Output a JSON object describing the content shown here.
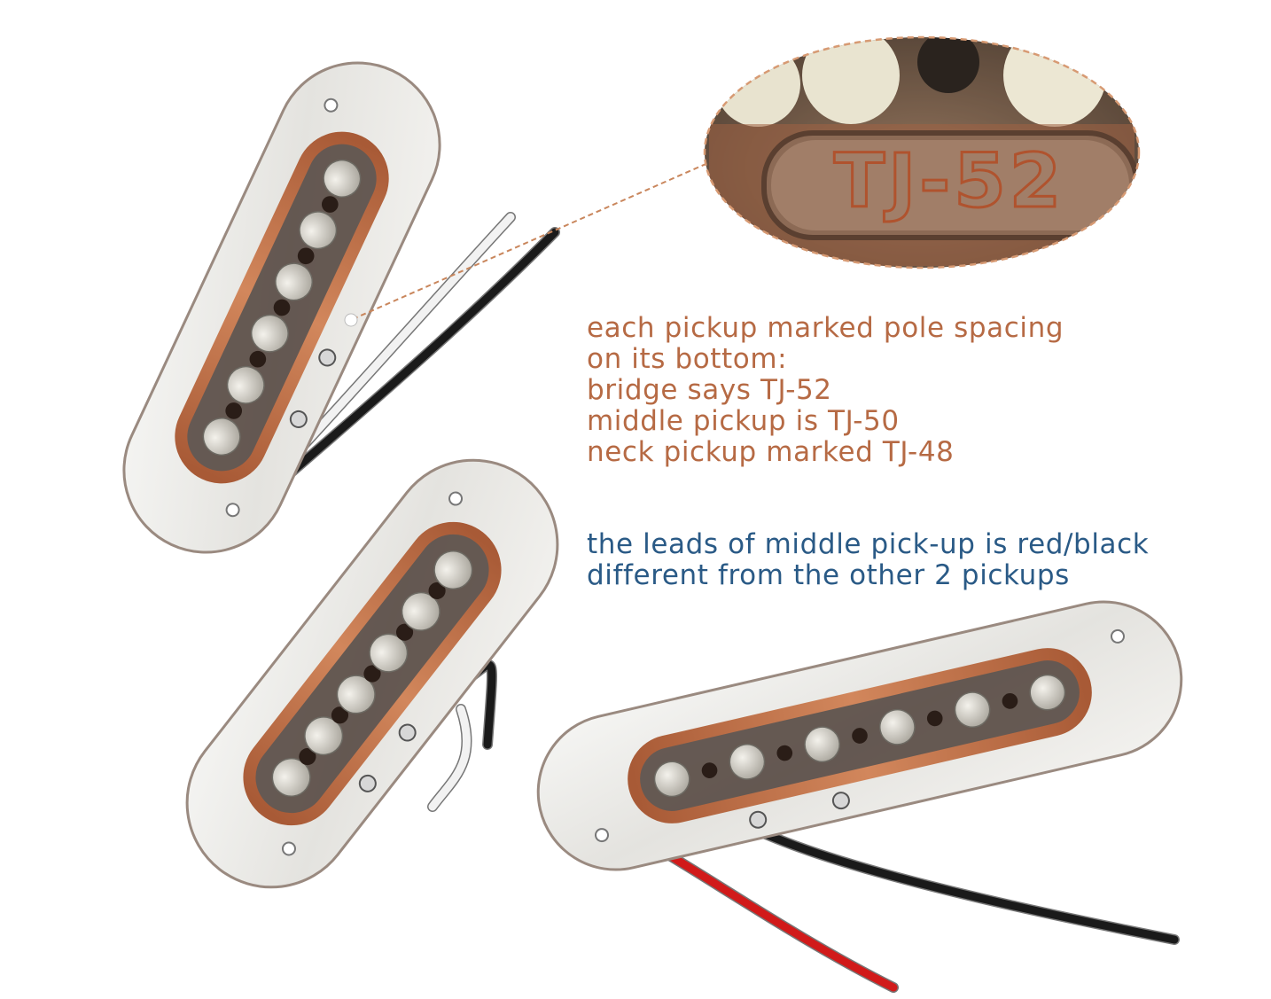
{
  "colors": {
    "note_text": "#b66a44",
    "lead_note_text": "#2a5a86",
    "copper": "#c1724a",
    "copper_dark": "#8a4a2e",
    "pole": "#d9d6cf",
    "bobbin_dark": "#4d4038",
    "clear_plate": "#eeeeec",
    "plate_edge": "#9a8a80",
    "wire_white": "#f2f2f2",
    "wire_black": "#1a1a1a",
    "wire_red": "#d11a1a",
    "callout_line": "#c9865c"
  },
  "notes": {
    "pole_spacing": [
      "each pickup marked pole spacing",
      "on its bottom:",
      "bridge says TJ-52",
      "middle pickup is TJ-50",
      "neck pickup marked TJ-48"
    ],
    "leads": [
      "the leads of middle pick-up is red/black",
      "different from the other 2 pickups"
    ]
  },
  "zoom_label": "TJ-52",
  "pickups": [
    {
      "name": "bridge-pickup",
      "lead_colors": [
        "white",
        "black"
      ]
    },
    {
      "name": "neck-pickup",
      "lead_colors": [
        "white",
        "black"
      ]
    },
    {
      "name": "middle-pickup",
      "lead_colors": [
        "red",
        "black"
      ]
    }
  ]
}
